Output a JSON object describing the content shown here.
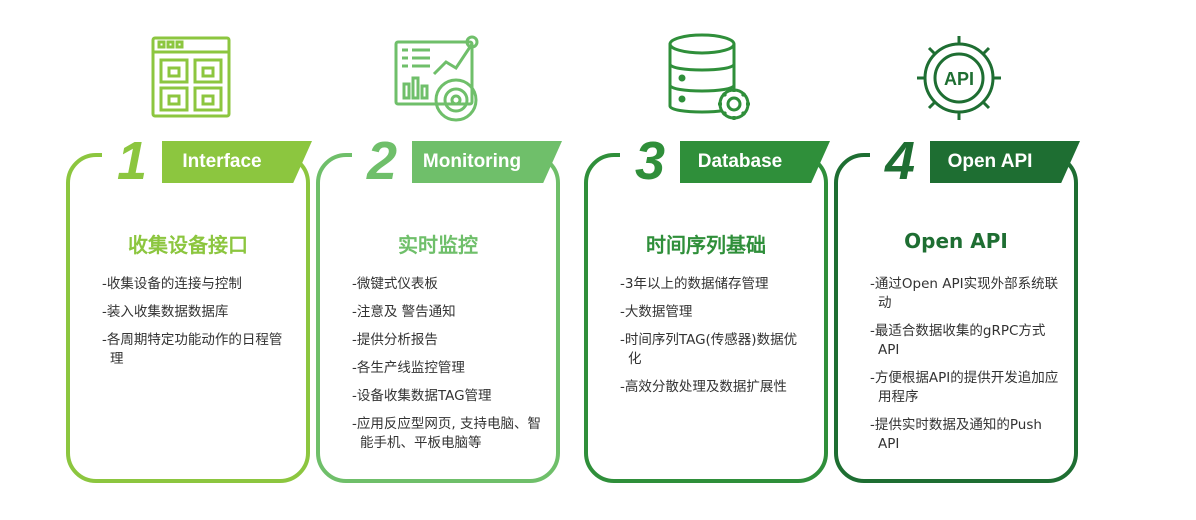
{
  "columns": [
    {
      "number": "1",
      "tab": "Interface",
      "icon": "interface-grid-icon",
      "color": "#8cc63f",
      "title": "收集设备接口",
      "items": [
        "收集设备的连接与控制",
        "装入收集数据数据库",
        "各周期特定功能动作的日程管理"
      ]
    },
    {
      "number": "2",
      "tab": "Monitoring",
      "icon": "monitoring-dashboard-icon",
      "color": "#6fbf6a",
      "title": "实时监控",
      "items": [
        "微键式仪表板",
        "注意及 警告通知",
        "提供分析报告",
        "各生产线监控管理",
        "设备收集数据TAG管理",
        "应用反应型网页, 支持电脑、智能手机、平板电脑等"
      ]
    },
    {
      "number": "3",
      "tab": "Database",
      "icon": "database-icon",
      "color": "#2f8f3a",
      "title": "时间序列基础",
      "items": [
        "3年以上的数据储存管理",
        "大数据管理",
        "时间序列TAG(传感器)数据优化",
        "高效分散处理及数据扩展性"
      ]
    },
    {
      "number": "4",
      "tab": "Open API",
      "icon": "api-gear-icon",
      "color": "#1e6e32",
      "title": "Open API",
      "items": [
        "通过Open API实现外部系统联动",
        "最适合数据收集的gRPC方式API",
        "方便根据API的提供开发追加应用程序",
        "提供实时数据及通知的Push API"
      ]
    }
  ]
}
